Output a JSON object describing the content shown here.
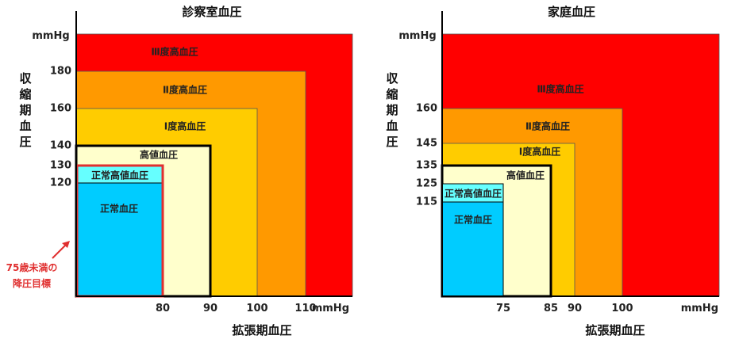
{
  "chart_data": [
    {
      "type": "area",
      "title": "診察室血圧",
      "xlabel": "拡張期血圧",
      "ylabel": "収縮期血圧",
      "unit": "mmHg",
      "x_ticks": [
        80,
        90,
        100,
        110
      ],
      "y_ticks": [
        120,
        130,
        140,
        160,
        180
      ],
      "zones": [
        {
          "label": "Ⅲ度高血圧",
          "x_max": null,
          "y_max": null,
          "color": "#ff0000"
        },
        {
          "label": "Ⅱ度高血圧",
          "x_max": 110,
          "y_max": 180,
          "color": "#ff9900"
        },
        {
          "label": "Ⅰ度高血圧",
          "x_max": 100,
          "y_max": 160,
          "color": "#ffcc00"
        },
        {
          "label": "高値血圧",
          "x_max": 90,
          "y_max": 140,
          "color": "#ffffcc"
        },
        {
          "label": "正常高値血圧",
          "x_max": 80,
          "y_max": 130,
          "color": "#66ffff"
        },
        {
          "label": "正常血圧",
          "x_max": 80,
          "y_max": 120,
          "color": "#00ccff"
        }
      ],
      "target_box": {
        "x_max": 80,
        "y_max": 130,
        "color": "#e03030"
      },
      "annotation": [
        "75歳未満の",
        "降圧目標"
      ]
    },
    {
      "type": "area",
      "title": "家庭血圧",
      "xlabel": "拡張期血圧",
      "ylabel": "収縮期血圧",
      "unit": "mmHg",
      "x_ticks": [
        75,
        85,
        90,
        100
      ],
      "y_ticks": [
        115,
        125,
        135,
        145,
        160
      ],
      "zones": [
        {
          "label": "Ⅲ度高血圧",
          "x_max": null,
          "y_max": null,
          "color": "#ff0000"
        },
        {
          "label": "Ⅱ度高血圧",
          "x_max": 100,
          "y_max": 160,
          "color": "#ff9900"
        },
        {
          "label": "Ⅰ度高血圧",
          "x_max": 90,
          "y_max": 145,
          "color": "#ffcc00"
        },
        {
          "label": "高値血圧",
          "x_max": 85,
          "y_max": 135,
          "color": "#ffffcc"
        },
        {
          "label": "正常高値血圧",
          "x_max": 75,
          "y_max": 125,
          "color": "#66ffff"
        },
        {
          "label": "正常血圧",
          "x_max": 75,
          "y_max": 115,
          "color": "#00ccff"
        }
      ]
    }
  ]
}
